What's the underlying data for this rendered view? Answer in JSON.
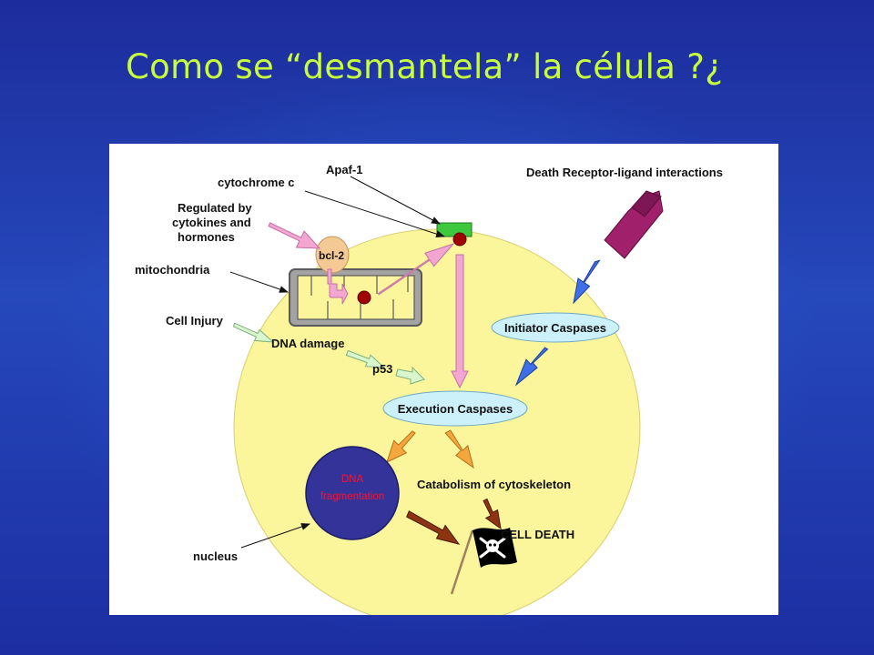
{
  "slide": {
    "title": "Como se “desmantela” la célula ?¿"
  },
  "diagram": {
    "labels": {
      "cytochrome": "cytochrome c",
      "apaf": "Apaf-1",
      "regulated_1": "Regulated by",
      "regulated_2": "cytokines and",
      "regulated_3": "hormones",
      "bcl2": "bcl-2",
      "mitochondria": "mitochondria",
      "cell_injury": "Cell Injury",
      "dna_damage": "DNA damage",
      "p53": "p53",
      "death_receptor": "Death Receptor-ligand interactions",
      "initiator": "Initiator Caspases",
      "execution": "Execution Caspases",
      "catabolism": "Catabolism of cytoskeleton",
      "dna_frag_1": "DNA",
      "dna_frag_2": "fragmentation",
      "cell_death": "CELL DEATH",
      "nucleus": "nucleus"
    },
    "colors": {
      "slide_background": "#2446b8",
      "title": "#c8ff3c",
      "cell": "#fbf59c",
      "pink_arrow": "#f4a6d2",
      "blue_arrow": "#3f6fe6",
      "orange_arrow": "#f5a63c",
      "brown_arrow": "#8e3412",
      "light_green_arrow": "#d9f7cc",
      "caspase_ellipse": "#ccf1fb",
      "nucleus": "#333399",
      "receptor": "#a0206c",
      "apaf_box": "#3ec83e",
      "red_dot": "#a00000",
      "bcl2": "#f5c994",
      "mitochondria": "#999999"
    },
    "icons": [
      "pirate-flag-icon",
      "skull-and-crossbones-icon"
    ]
  }
}
